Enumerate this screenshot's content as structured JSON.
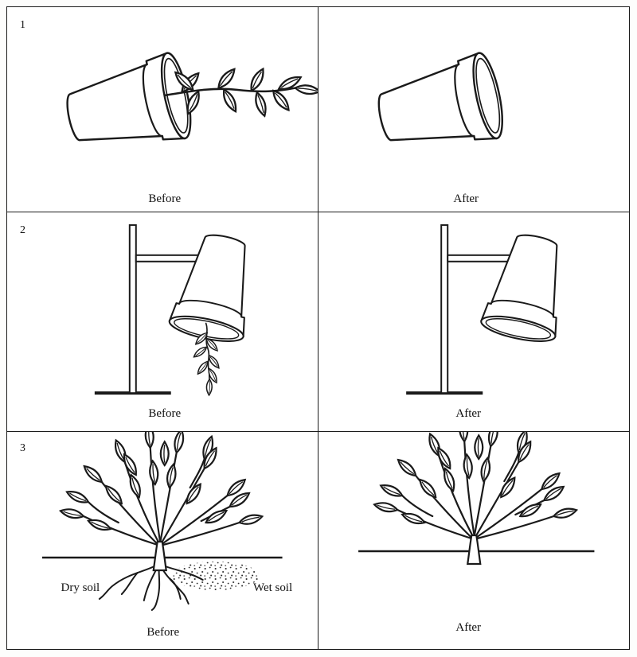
{
  "figure": {
    "rows": [
      {
        "number": "1",
        "before": "Before",
        "after": "After"
      },
      {
        "number": "2",
        "before": "Before",
        "after": "After"
      },
      {
        "number": "3",
        "before": "Before",
        "after": "After",
        "dry_soil": "Dry soil",
        "wet_soil": "Wet soil"
      }
    ],
    "ink_color": "#1a1a1a"
  }
}
